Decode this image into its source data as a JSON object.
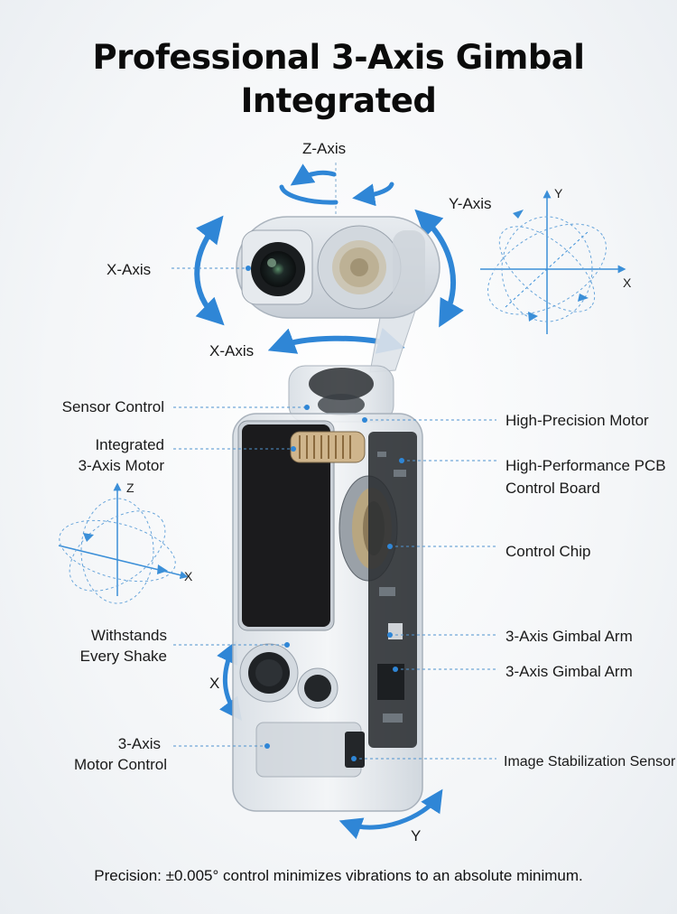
{
  "title_line1": "Professional 3-Axis Gimbal",
  "title_line2": "Integrated",
  "axes": {
    "z_axis": "Z-Axis",
    "y_axis": "Y-Axis",
    "x_axis_left": "X-Axis",
    "x_axis_bottom": "X-Axis"
  },
  "left_labels": {
    "sensor_control": "Sensor Control",
    "integrated_motor_1": "Integrated",
    "integrated_motor_2": "3-Axis Motor",
    "withstands_1": "Withstands",
    "withstands_2": "Every Shake",
    "motor_control_1": "3-Axis",
    "motor_control_2": "Motor Control"
  },
  "right_labels": {
    "high_precision_motor": "High-Precision Motor",
    "pcb_1": "High-Performance PCB",
    "pcb_2": "Control Board",
    "control_chip": "Control Chip",
    "gimbal_arm_1": "3-Axis Gimbal Arm",
    "gimbal_arm_2": "3-Axis Gimbal Arm",
    "image_stabilization": "Image Stabilization Sensor"
  },
  "diagram_letters": {
    "top_right_y": "Y",
    "top_right_x": "X",
    "left_z": "Z",
    "left_x": "X",
    "handle_x": "X",
    "bottom_y": "Y"
  },
  "footer": "Precision: ±0.005° control minimizes vibrations to an absolute minimum.",
  "colors": {
    "accent_blue": "#2f86d6",
    "guide_blue": "#4f93cf",
    "screen": "#1b1b1d"
  }
}
